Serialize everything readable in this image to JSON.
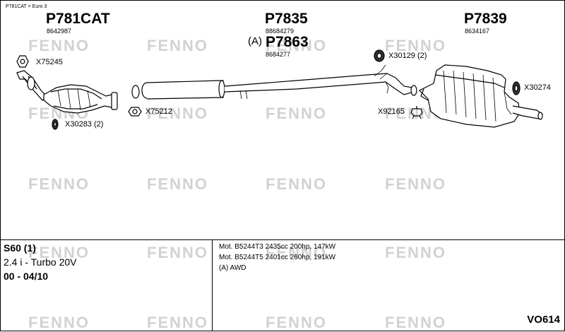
{
  "note": "P781CAT = Euro 3",
  "watermark": "FENNO",
  "parts": {
    "p781cat": {
      "title": "P781CAT",
      "code": "8642987"
    },
    "p7835": {
      "title": "P7835",
      "code": "88684279"
    },
    "p7863": {
      "prefix": "(A)",
      "title": "P7863",
      "code": "8684277"
    },
    "p7839": {
      "title": "P7839",
      "code": "8634167"
    }
  },
  "accessories": {
    "x75245": "X75245",
    "x75212": "X75212",
    "x30283": "X30283 (2)",
    "x30129": "X30129 (2)",
    "x30274": "X30274",
    "x92165": "X92165"
  },
  "vehicle": {
    "model": "S60 (1)",
    "engine": "2.4 i - Turbo 20V",
    "years": "00 - 04/10"
  },
  "engines": [
    "Mot. B5244T3 2435cc 200hp, 147kW",
    "Mot. B5244T5 2401cc 260hp, 191kW",
    "(A) AWD"
  ],
  "ref": "VO614"
}
